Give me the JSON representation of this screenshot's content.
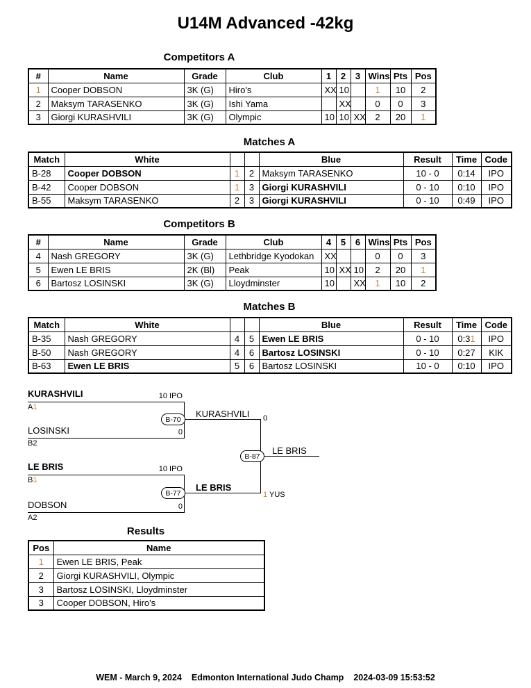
{
  "colors": {
    "accent_one": "#c9803a"
  },
  "page": {
    "title": "U14M Advanced -42kg",
    "footer_left": "WEM - March 9, 2024",
    "footer_center": "Edmonton International Judo Champ",
    "footer_right": "2024-03-09 15:53:52"
  },
  "competitors_a": {
    "title": "Competitors A",
    "headers": {
      "num": "#",
      "name": "Name",
      "grade": "Grade",
      "club": "Club",
      "c1": "1",
      "c2": "2",
      "c3": "3",
      "wins": "Wins",
      "pts": "Pts",
      "pos": "Pos"
    },
    "rows": [
      {
        "num": "1",
        "name": "Cooper DOBSON",
        "grade": "3K (G)",
        "club": "Hiro's",
        "s1": "XX",
        "s2": "10",
        "s3": "",
        "wins": "1",
        "pts": "10",
        "pos": "2"
      },
      {
        "num": "2",
        "name": "Maksym TARASENKO",
        "grade": "3K (G)",
        "club": "Ishi Yama",
        "s1": "",
        "s2": "XX",
        "s3": "",
        "wins": "0",
        "pts": "0",
        "pos": "3"
      },
      {
        "num": "3",
        "name": "Giorgi KURASHVILI",
        "grade": "3K (G)",
        "club": "Olympic",
        "s1": "10",
        "s2": "10",
        "s3": "XX",
        "wins": "2",
        "pts": "20",
        "pos": "1"
      }
    ]
  },
  "matches_a": {
    "title": "Matches A",
    "headers": {
      "match": "Match",
      "white": "White",
      "blue": "Blue",
      "result": "Result",
      "time": "Time",
      "code": "Code"
    },
    "rows": [
      {
        "match": "B-28",
        "white": "Cooper DOBSON",
        "white_win": true,
        "wnum": "1",
        "bnum": "2",
        "blue": "Maksym TARASENKO",
        "result": "10 - 0",
        "time": "0:14",
        "code": "IPO"
      },
      {
        "match": "B-42",
        "white": "Cooper DOBSON",
        "wnum": "1",
        "bnum": "3",
        "blue": "Giorgi KURASHVILI",
        "blue_win": true,
        "result": "0 - 10",
        "time": "0:10",
        "code": "IPO"
      },
      {
        "match": "B-55",
        "white": "Maksym TARASENKO",
        "wnum": "2",
        "bnum": "3",
        "blue": "Giorgi KURASHVILI",
        "blue_win": true,
        "result": "0 - 10",
        "time": "0:49",
        "code": "IPO"
      }
    ]
  },
  "competitors_b": {
    "title": "Competitors B",
    "headers": {
      "num": "#",
      "name": "Name",
      "grade": "Grade",
      "club": "Club",
      "c1": "4",
      "c2": "5",
      "c3": "6",
      "wins": "Wins",
      "pts": "Pts",
      "pos": "Pos"
    },
    "rows": [
      {
        "num": "4",
        "name": "Nash GREGORY",
        "grade": "3K (G)",
        "club": "Lethbridge Kyodokan",
        "s1": "XX",
        "s2": "",
        "s3": "",
        "wins": "0",
        "pts": "0",
        "pos": "3"
      },
      {
        "num": "5",
        "name": "Ewen LE BRIS",
        "grade": "2K (Bl)",
        "club": "Peak",
        "s1": "10",
        "s2": "XX",
        "s3": "10",
        "wins": "2",
        "pts": "20",
        "pos": "1"
      },
      {
        "num": "6",
        "name": "Bartosz LOSINSKI",
        "grade": "3K (G)",
        "club": "Lloydminster",
        "s1": "10",
        "s2": "",
        "s3": "XX",
        "wins": "1",
        "pts": "10",
        "pos": "2"
      }
    ]
  },
  "matches_b": {
    "title": "Matches B",
    "headers": {
      "match": "Match",
      "white": "White",
      "blue": "Blue",
      "result": "Result",
      "time": "Time",
      "code": "Code"
    },
    "rows": [
      {
        "match": "B-35",
        "white": "Nash GREGORY",
        "wnum": "4",
        "bnum": "5",
        "blue": "Ewen LE BRIS",
        "blue_win": true,
        "result": "0 - 10",
        "time": "0:31",
        "code": "IPO",
        "time_highlight": true
      },
      {
        "match": "B-50",
        "white": "Nash GREGORY",
        "wnum": "4",
        "bnum": "6",
        "blue": "Bartosz LOSINSKI",
        "blue_win": true,
        "result": "0 - 10",
        "time": "0:27",
        "code": "KIK"
      },
      {
        "match": "B-63",
        "white": "Ewen LE BRIS",
        "white_win": true,
        "wnum": "5",
        "bnum": "6",
        "blue": "Bartosz LOSINSKI",
        "result": "10 - 0",
        "time": "0:10",
        "code": "IPO"
      }
    ]
  },
  "bracket": {
    "semi1": {
      "top_name": "KURASHVILI",
      "top_seed": "A1",
      "top_score": "10 IPO",
      "bottom_name": "LOSINSKI",
      "bottom_seed": "B2",
      "bottom_score": "0",
      "match": "B-70",
      "winner": "KURASHVILI",
      "winner_score": "0"
    },
    "semi2": {
      "top_name": "LE BRIS",
      "top_seed": "B1",
      "top_score": "10 IPO",
      "bottom_name": "DOBSON",
      "bottom_seed": "A2",
      "bottom_score": "0",
      "match": "B-77",
      "winner": "LE BRIS",
      "winner_score": "1 YUS"
    },
    "final": {
      "match": "B-87",
      "winner": "LE BRIS"
    }
  },
  "results": {
    "title": "Results",
    "headers": {
      "pos": "Pos",
      "name": "Name"
    },
    "rows": [
      {
        "pos": "1",
        "name": "Ewen LE BRIS, Peak"
      },
      {
        "pos": "2",
        "name": "Giorgi KURASHVILI, Olympic"
      },
      {
        "pos": "3",
        "name": "Bartosz LOSINSKI, Lloydminster"
      },
      {
        "pos": "3",
        "name": "Cooper DOBSON, Hiro's"
      }
    ]
  }
}
